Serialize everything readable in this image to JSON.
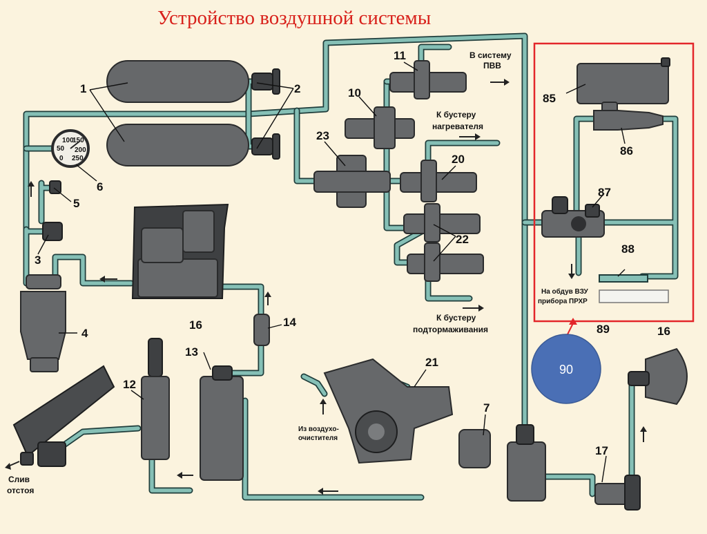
{
  "title": "Устройство воздушной системы",
  "part_numbers": {
    "n1": "1",
    "n2": "2",
    "n3": "3",
    "n4": "4",
    "n5": "5",
    "n6": "6",
    "n7": "7",
    "n10": "10",
    "n11": "11",
    "n12": "12",
    "n13": "13",
    "n14": "14",
    "n16a": "16",
    "n16b": "16",
    "n17": "17",
    "n20": "20",
    "n21": "21",
    "n22": "22",
    "n23": "23",
    "n85": "85",
    "n86": "86",
    "n87": "87",
    "n88": "88",
    "n89": "89"
  },
  "captions": {
    "pvv_1": "В систему",
    "pvv_2": "ПВВ",
    "heater_1": "К бустеру",
    "heater_2": "нагревателя",
    "brake_1": "К бустеру",
    "brake_2": "подтормаживания",
    "drain_1": "Слив",
    "drain_2": "отстоя",
    "cleaner_1": "Из воздухо-",
    "cleaner_2": "очистителя",
    "vzu_1": "На обдув ВЗУ",
    "vzu_2": "прибора ПРХР"
  },
  "gauge_scale": [
    "100",
    "50",
    "150",
    "200",
    "250",
    "0"
  ],
  "badge": {
    "label": "90",
    "color": "#4a6fb5"
  },
  "highlight_color": "#e3262a",
  "colors": {
    "pipe": "#86c0b6",
    "pipe_outline": "#1f3d3b",
    "device": "#66686a",
    "title": "#d8211b"
  }
}
